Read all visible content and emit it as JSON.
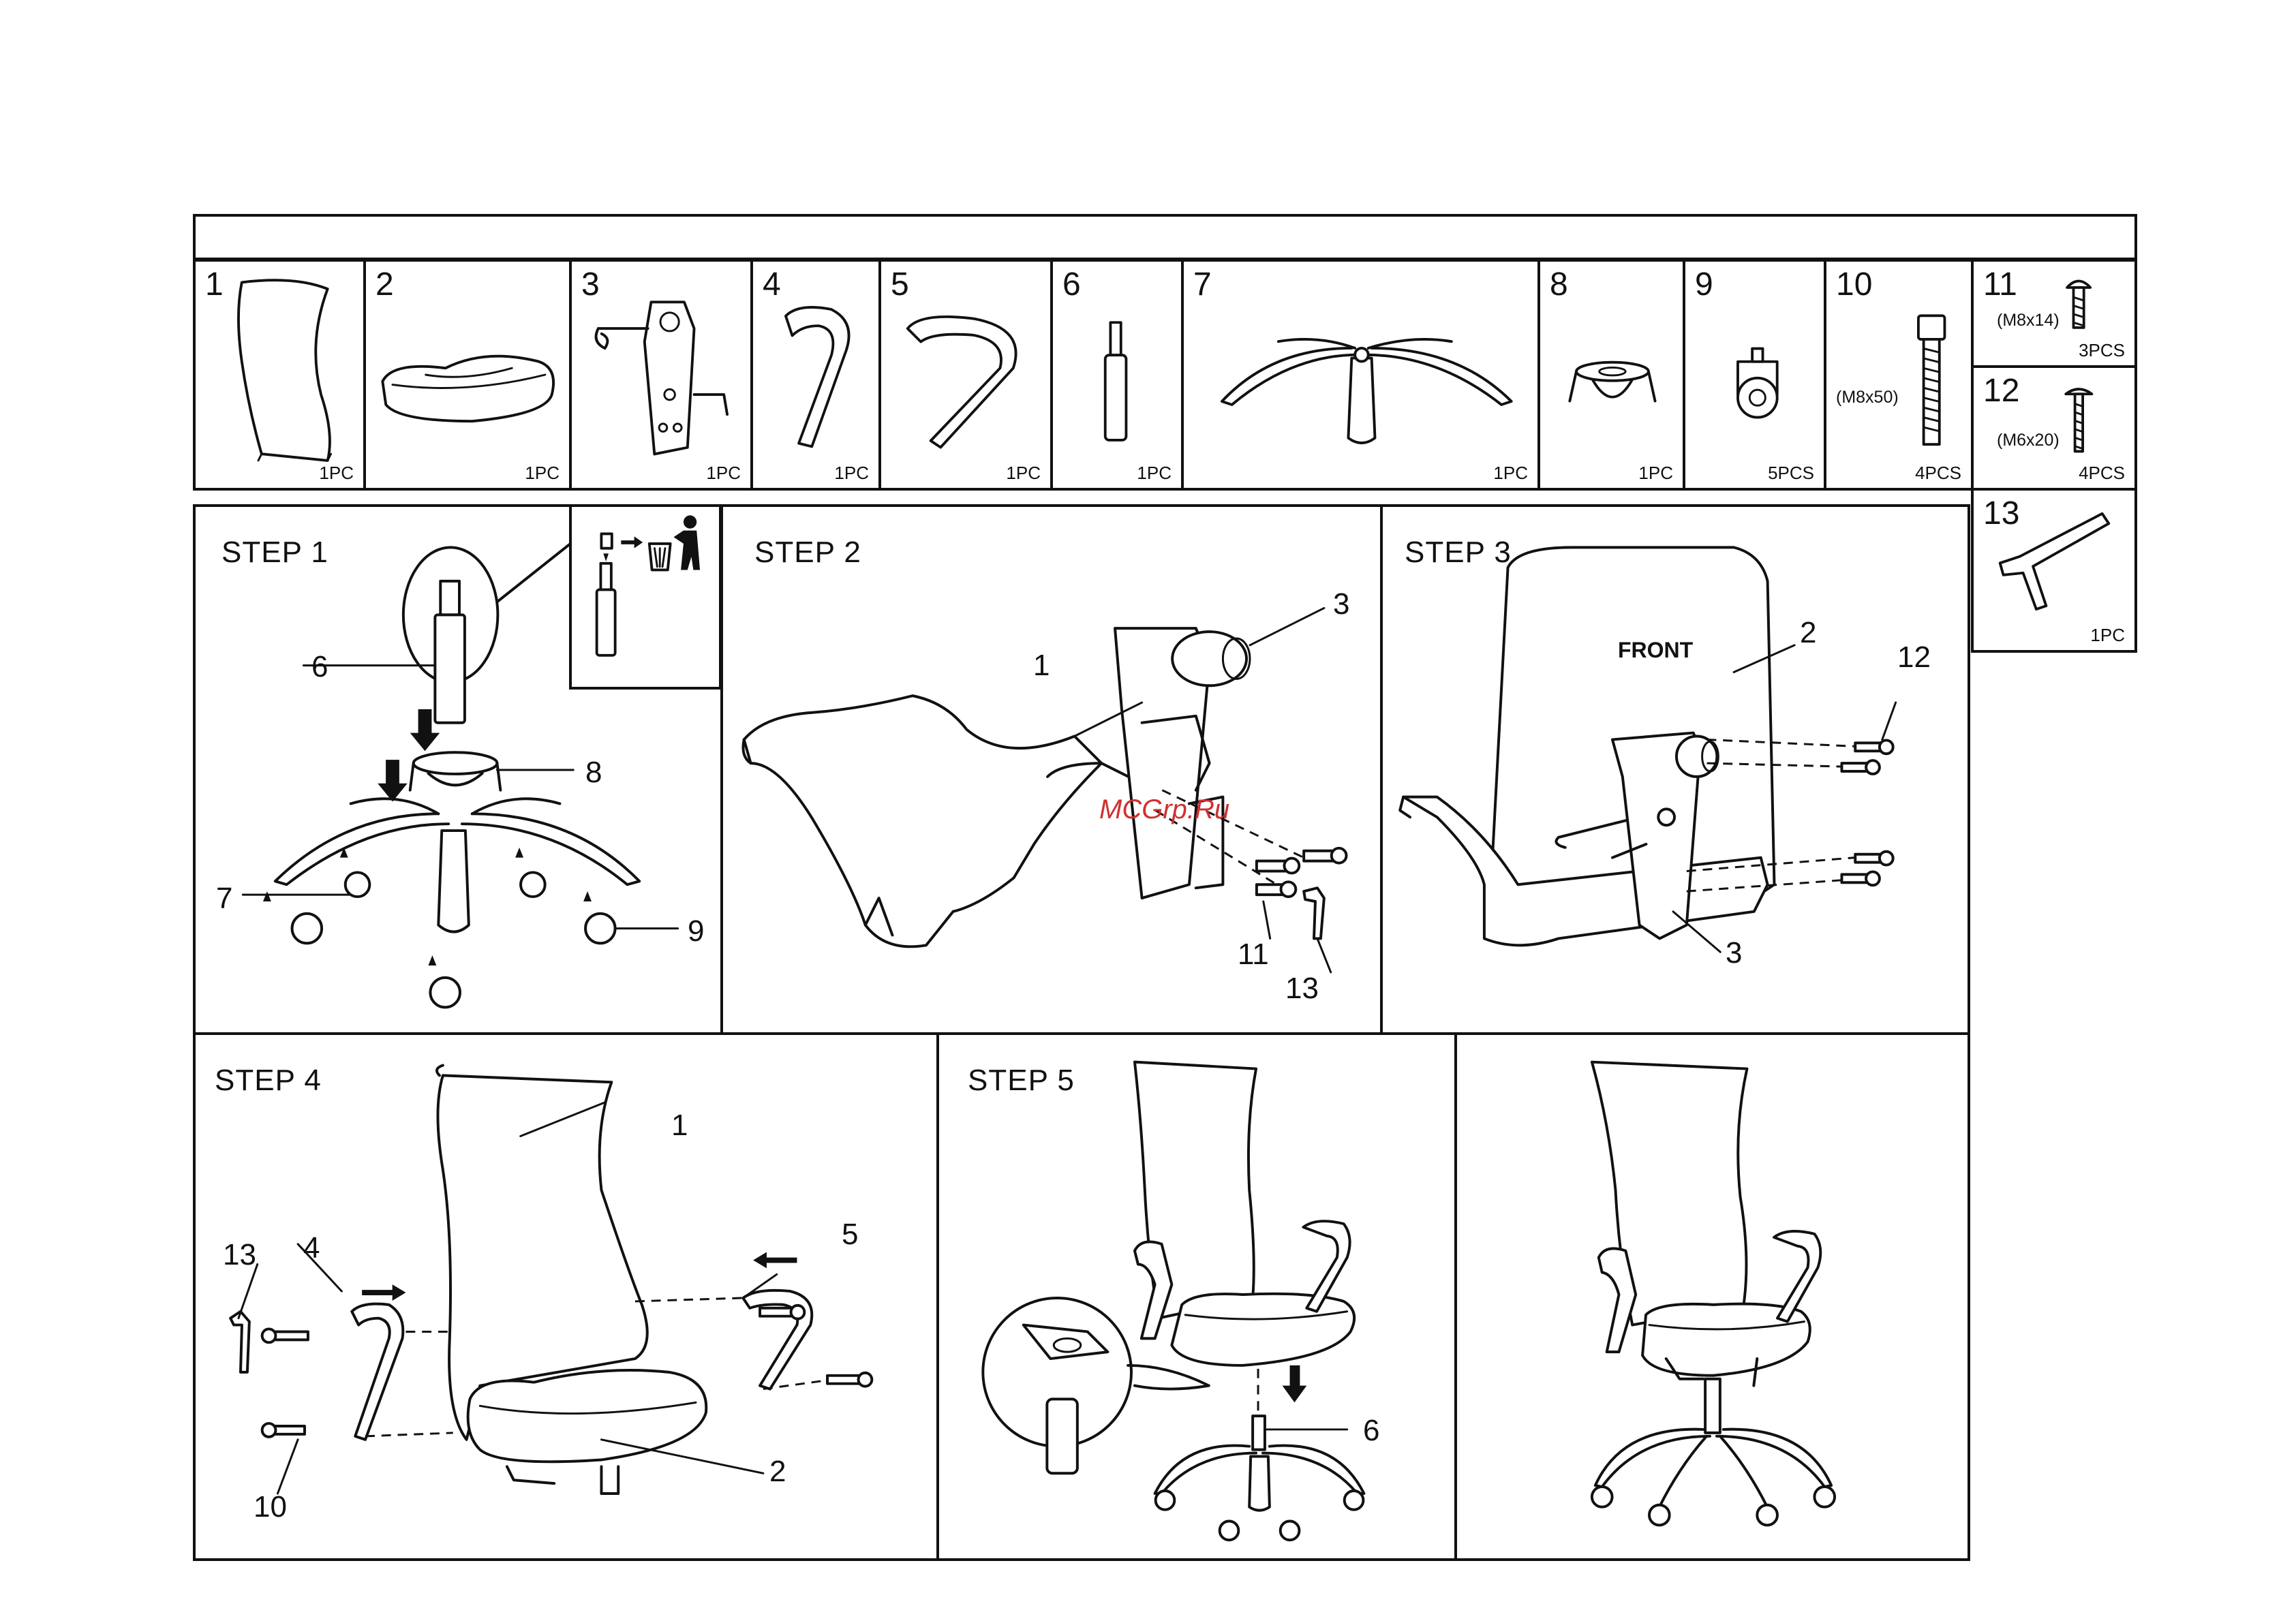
{
  "header": {
    "title": ""
  },
  "parts": [
    {
      "num": "1",
      "qty": "1PC",
      "icon": "backrest-mesh-icon"
    },
    {
      "num": "2",
      "qty": "1PC",
      "icon": "seat-cushion-icon"
    },
    {
      "num": "3",
      "qty": "1PC",
      "icon": "tilt-mechanism-icon"
    },
    {
      "num": "4",
      "qty": "1PC",
      "icon": "armrest-left-icon"
    },
    {
      "num": "5",
      "qty": "1PC",
      "icon": "armrest-right-icon"
    },
    {
      "num": "6",
      "qty": "1PC",
      "icon": "gas-lift-icon"
    },
    {
      "num": "7",
      "qty": "1PC",
      "icon": "star-base-icon"
    },
    {
      "num": "8",
      "qty": "1PC",
      "icon": "base-cover-icon"
    },
    {
      "num": "9",
      "qty": "5PCS",
      "icon": "caster-icon"
    },
    {
      "num": "10",
      "qty": "4PCS",
      "spec": "(M8x50)",
      "icon": "bolt-m8x50-icon"
    },
    {
      "num": "11",
      "qty": "3PCS",
      "spec": "(M8x14)",
      "icon": "bolt-m8x14-icon"
    },
    {
      "num": "12",
      "qty": "4PCS",
      "spec": "(M6x20)",
      "icon": "bolt-m6x20-icon"
    },
    {
      "num": "13",
      "qty": "1PC",
      "icon": "allen-key-icon"
    }
  ],
  "steps": {
    "step1": {
      "label": "STEP 1",
      "callouts": [
        "6",
        "8",
        "7",
        "9"
      ]
    },
    "step2": {
      "label": "STEP 2",
      "callouts": [
        "1",
        "3",
        "11",
        "13"
      ]
    },
    "step3": {
      "label": "STEP 3",
      "front": "FRONT",
      "callouts": [
        "2",
        "12",
        "3"
      ]
    },
    "step4": {
      "label": "STEP 4",
      "callouts": [
        "1",
        "5",
        "13",
        "4",
        "2",
        "10"
      ]
    },
    "step5": {
      "label": "STEP 5",
      "callouts": [
        "6"
      ]
    }
  },
  "watermark": "MCGrp.Ru"
}
